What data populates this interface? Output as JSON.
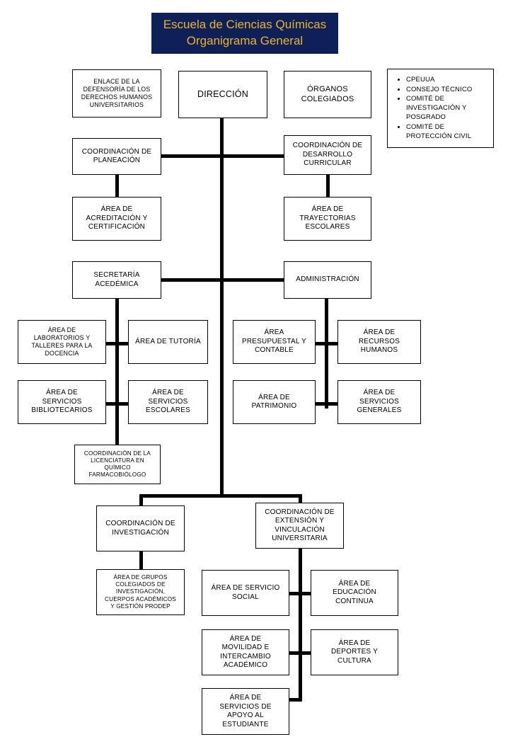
{
  "header": {
    "title_line1": "Escuela de Ciencias Químicas",
    "title_line2": "Organigrama General",
    "bg_color": "#0d2158",
    "text_color": "#f2b224"
  },
  "chart_data": {
    "type": "diagram",
    "diagram_kind": "organizational-chart",
    "title": "Escuela de Ciencias Químicas — Organigrama General",
    "root": "DIRECCIÓN",
    "nodes": [
      {
        "id": "enlace-defensoria",
        "label": "ENLACE DE LA\nDEFENSORÍA DE LOS\nDERECHOS HUMANOS\nUNIVERSITARIOS",
        "level": 1,
        "side": "left"
      },
      {
        "id": "direccion",
        "label": "DIRECCIÓN",
        "level": 0,
        "side": "center"
      },
      {
        "id": "organos-colegiados",
        "label": "ÓRGANOS\nCOLEGIADOS",
        "level": 1,
        "side": "right"
      },
      {
        "id": "coordinacion-planeacion",
        "label": "COORDINACIÓN DE\nPLANEACIÓN",
        "level": 2,
        "side": "left",
        "parent": "direccion"
      },
      {
        "id": "coordinacion-desarrollo-curricular",
        "label": "COORDINACIÓN DE\nDESARROLLO\nCURRICULAR",
        "level": 2,
        "side": "right",
        "parent": "direccion"
      },
      {
        "id": "area-acreditacion",
        "label": "ÁREA DE\nACREDITACIÓN Y\nCERTIFICACIÓN",
        "level": 3,
        "side": "left",
        "parent": "coordinacion-planeacion"
      },
      {
        "id": "area-trayectorias",
        "label": "ÁREA DE\nTRAYECTORIAS\nESCOLARES",
        "level": 3,
        "side": "right",
        "parent": "coordinacion-desarrollo-curricular"
      },
      {
        "id": "secretaria-academica",
        "label": "SECRETARÍA\nACEDÉMICA",
        "level": 2,
        "side": "left",
        "parent": "direccion"
      },
      {
        "id": "administracion",
        "label": "ADMINISTRACIÓN",
        "level": 2,
        "side": "right",
        "parent": "direccion"
      },
      {
        "id": "area-laboratorios",
        "label": "ÁREA DE\nLABORATORIOS Y\nTALLERES  PARA LA\nDOCENCIA",
        "level": 3,
        "side": "left",
        "parent": "secretaria-academica"
      },
      {
        "id": "area-tutoria",
        "label": "ÁREA DE TUTORÍA",
        "level": 3,
        "side": "left",
        "parent": "secretaria-academica"
      },
      {
        "id": "area-servicios-bibliotecarios",
        "label": "ÁREA DE\nSERVICIOS\nBIBLIOTECARIOS",
        "level": 3,
        "side": "left",
        "parent": "secretaria-academica"
      },
      {
        "id": "area-servicios-escolares",
        "label": "ÁREA DE\nSERVICIOS\nESCOLARES",
        "level": 3,
        "side": "left",
        "parent": "secretaria-academica"
      },
      {
        "id": "area-presupuestal",
        "label": "ÁREA\nPRESUPUESTAL Y\nCONTABLE",
        "level": 3,
        "side": "right",
        "parent": "administracion"
      },
      {
        "id": "area-recursos-humanos",
        "label": "ÁREA DE\nRECURSOS\nHUMANOS",
        "level": 3,
        "side": "right",
        "parent": "administracion"
      },
      {
        "id": "area-patrimonio",
        "label": "ÁREA DE\nPATRIMONIO",
        "level": 3,
        "side": "right",
        "parent": "administracion"
      },
      {
        "id": "area-servicios-generales",
        "label": "ÁREA DE\nSERVICIOS\nGENERALES",
        "level": 3,
        "side": "right",
        "parent": "administracion"
      },
      {
        "id": "coordinacion-licenciatura-qfb",
        "label": "COORDINACIÓN DE LA\nLICENCIATURA EN\nQUÍMICO\nFARMACOBIÓLOGO",
        "level": 3,
        "side": "left",
        "parent": "secretaria-academica"
      },
      {
        "id": "coordinacion-investigacion",
        "label": "COORDINACIÓN DE\nINVESTIGACIÓN",
        "level": 2,
        "side": "center",
        "parent": "direccion"
      },
      {
        "id": "coordinacion-extension",
        "label": "COORDINACIÓN DE\nEXTENSIÓN Y\nVINCULACIÓN\nUNIVERSITARIA",
        "level": 2,
        "side": "center",
        "parent": "direccion"
      },
      {
        "id": "area-grupos-colegiados",
        "label": "ÁREA DE GRUPOS\nCOLEGIADOS DE\nINVESTIGACIÓN,\nCUERPOS ACADÉMICOS\nY GESTIÓN PRODEP",
        "level": 3,
        "side": "center",
        "parent": "coordinacion-investigacion"
      },
      {
        "id": "area-servicio-social",
        "label": "ÁREA DE SERVICIO\nSOCIAL",
        "level": 3,
        "side": "center",
        "parent": "coordinacion-extension"
      },
      {
        "id": "area-educacion-continua",
        "label": "ÁREA DE\nEDUCACIÓN\nCONTINUA",
        "level": 3,
        "side": "center",
        "parent": "coordinacion-extension"
      },
      {
        "id": "area-movilidad",
        "label": "ÁREA DE\nMOVILIDAD E\nINTERCAMBIO\nACADÉMICO",
        "level": 3,
        "side": "center",
        "parent": "coordinacion-extension"
      },
      {
        "id": "area-deportes-cultura",
        "label": "ÁREA DE\nDEPORTES Y\nCULTURA",
        "level": 3,
        "side": "center",
        "parent": "coordinacion-extension"
      },
      {
        "id": "area-apoyo-estudiante",
        "label": "ÁREA DE\nSERVICIOS DE\nAPOYO AL\nESTUDIANTE",
        "level": 3,
        "side": "center",
        "parent": "coordinacion-extension"
      }
    ],
    "organos_colegiados_list": [
      "CPEUUA",
      "CONSEJO TÉCNICO",
      "COMITÉ DE INVESTIGACIÓN Y POSGRADO",
      "COMITÉ DE PROTECCIÓN CIVIL"
    ]
  },
  "nodes": {
    "enlace_defensoria": "ENLACE DE LA\nDEFENSORÍA DE LOS\nDERECHOS HUMANOS\nUNIVERSITARIOS",
    "direccion": "DIRECCIÓN",
    "organos_colegiados": "ÓRGANOS\nCOLEGIADOS",
    "coordinacion_planeacion": "COORDINACIÓN DE\nPLANEACIÓN",
    "coordinacion_desarrollo_curricular": "COORDINACIÓN DE\nDESARROLLO\nCURRICULAR",
    "area_acreditacion": "ÁREA DE\nACREDITACIÓN Y\nCERTIFICACIÓN",
    "area_trayectorias": "ÁREA DE\nTRAYECTORIAS\nESCOLARES",
    "secretaria_academica": "SECRETARÍA\nACEDÉMICA",
    "administracion": "ADMINISTRACIÓN",
    "area_laboratorios": "ÁREA DE\nLABORATORIOS Y\nTALLERES  PARA LA\nDOCENCIA",
    "area_tutoria": "ÁREA DE TUTORÍA",
    "area_servicios_bibliotecarios": "ÁREA DE\nSERVICIOS\nBIBLIOTECARIOS",
    "area_servicios_escolares": "ÁREA DE\nSERVICIOS\nESCOLARES",
    "area_presupuestal": "ÁREA\nPRESUPUESTAL Y\nCONTABLE",
    "area_recursos_humanos": "ÁREA DE\nRECURSOS\nHUMANOS",
    "area_patrimonio": "ÁREA DE\nPATRIMONIO",
    "area_servicios_generales": "ÁREA DE\nSERVICIOS\nGENERALES",
    "coordinacion_licenciatura_qfb": "COORDINACIÓN DE LA\nLICENCIATURA EN\nQUÍMICO\nFARMACOBIÓLOGO",
    "coordinacion_investigacion": "COORDINACIÓN DE\nINVESTIGACIÓN",
    "coordinacion_extension": "COORDINACIÓN DE\nEXTENSIÓN Y\nVINCULACIÓN\nUNIVERSITARIA",
    "area_grupos_colegiados": "ÁREA DE GRUPOS\nCOLEGIADOS DE\nINVESTIGACIÓN,\nCUERPOS ACADÉMICOS\nY GESTIÓN PRODEP",
    "area_servicio_social": "ÁREA DE SERVICIO\nSOCIAL",
    "area_educacion_continua": "ÁREA DE\nEDUCACIÓN\nCONTINUA",
    "area_movilidad": "ÁREA DE\nMOVILIDAD E\nINTERCAMBIO\nACADÉMICO",
    "area_deportes_cultura": "ÁREA DE\nDEPORTES Y\nCULTURA",
    "area_apoyo_estudiante": "ÁREA DE\nSERVICIOS DE\nAPOYO AL\nESTUDIANTE"
  },
  "organos_list": {
    "item_0": "CPEUUA",
    "item_1": "CONSEJO TÉCNICO",
    "item_2": "COMITÉ DE INVESTIGACIÓN Y POSGRADO",
    "item_3": "COMITÉ DE PROTECCIÓN CIVIL"
  }
}
